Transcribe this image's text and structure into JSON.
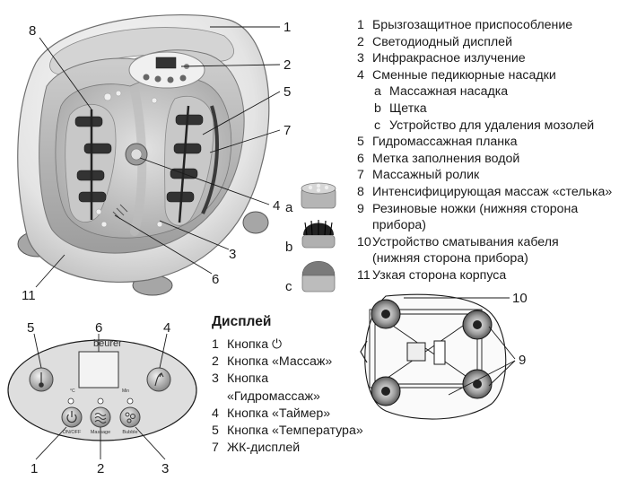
{
  "legend": {
    "items": [
      {
        "num": "1",
        "text": "Брызгозащитное приспособление"
      },
      {
        "num": "2",
        "text": "Светодиодный дисплей"
      },
      {
        "num": "3",
        "text": "Инфракрасное излучение"
      },
      {
        "num": "4",
        "text": "Сменные педикюрные насадки"
      },
      {
        "num": "a",
        "text": "Массажная насадка"
      },
      {
        "num": "b",
        "text": "Щетка"
      },
      {
        "num": "c",
        "text": "Устройство для удаления мозолей"
      },
      {
        "num": "5",
        "text": "Гидромассажная планка"
      },
      {
        "num": "6",
        "text": "Метка заполнения водой"
      },
      {
        "num": "7",
        "text": "Массажный ролик"
      },
      {
        "num": "8",
        "text": "Интенсифицирующая массаж «стелька»"
      },
      {
        "num": "9",
        "text": "Резиновые ножки (нижняя сторона",
        "cont": "прибора)"
      },
      {
        "num": "10",
        "text": "Устройство сматывания кабеля",
        "cont": "(нижняя сторона прибора)"
      },
      {
        "num": "11",
        "text": "Узкая сторона корпуса"
      }
    ]
  },
  "display_legend": {
    "title": "Дисплей",
    "items": [
      {
        "num": "1",
        "text": "Кнопка ⏻"
      },
      {
        "num": "2",
        "text": "Кнопка «Массаж»"
      },
      {
        "num": "3",
        "text": "Кнопка",
        "cont": "«Гидромассаж»"
      },
      {
        "num": "4",
        "text": "Кнопка «Таймер»"
      },
      {
        "num": "5",
        "text": "Кнопка «Температура»"
      },
      {
        "num": "7",
        "text": "ЖК-дисплей"
      }
    ]
  },
  "bath_callouts": {
    "c1": "1",
    "c2": "2",
    "c3": "3",
    "c4": "4",
    "c5": "5",
    "c6": "6",
    "c7": "7",
    "c8": "8",
    "c11": "11"
  },
  "attachment_labels": {
    "a": "a",
    "b": "b",
    "c": "c"
  },
  "panel": {
    "brand": "beurer",
    "unit_c": "°C",
    "unit_min": "Min",
    "btn1_label": "ON/OFF",
    "btn2_label": "Massage",
    "btn3_label": "Bubble",
    "callouts": {
      "c1": "1",
      "c2": "2",
      "c3": "3",
      "c4": "4",
      "c5": "5",
      "c6": "6"
    }
  },
  "bottom_view": {
    "callouts": {
      "c9": "9",
      "c10": "10"
    }
  },
  "colors": {
    "line": "#1a1a1a",
    "shell": "#ececec",
    "rim": "#bdbdbd",
    "basin": "#d2d2d2",
    "roller": "#3a3a3a",
    "panel_gray": "#d9d9d9"
  }
}
